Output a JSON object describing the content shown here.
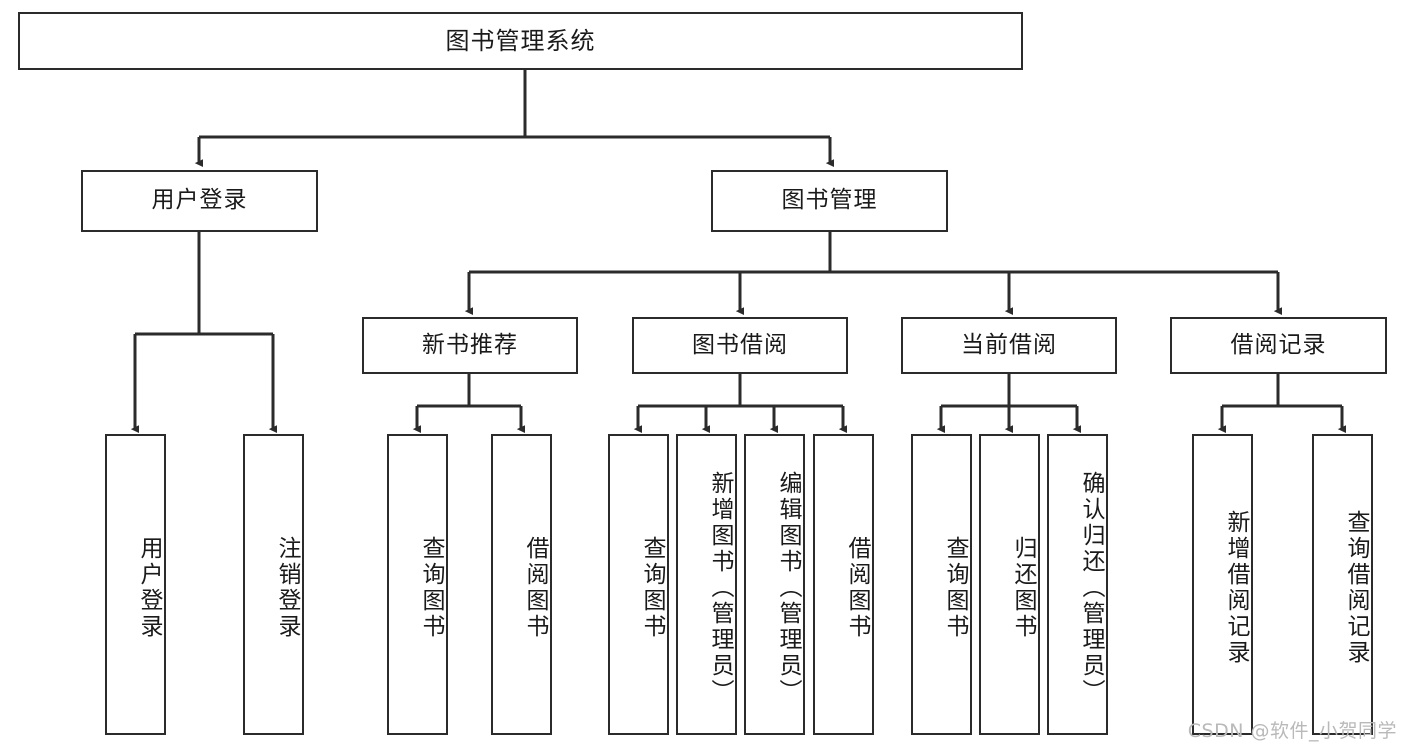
{
  "diagram": {
    "type": "tree",
    "title": "图书管理系统",
    "watermark": "CSDN @软件_小贺同学",
    "colors": {
      "stroke": "#2b2b2b",
      "fill": "#ffffff",
      "text": "#1a1a1a",
      "watermark": "#b9b9b9"
    },
    "levels": {
      "root": {
        "label": "图书管理系统"
      },
      "level2": [
        {
          "label": "用户登录"
        },
        {
          "label": "图书管理"
        }
      ],
      "level3": [
        {
          "label": "新书推荐"
        },
        {
          "label": "图书借阅"
        },
        {
          "label": "当前借阅"
        },
        {
          "label": "借阅记录"
        }
      ],
      "leaves": {
        "user_login": [
          {
            "label": "用户登录"
          },
          {
            "label": "注销登录"
          }
        ],
        "new_book": [
          {
            "label": "查询图书"
          },
          {
            "label": "借阅图书"
          }
        ],
        "book_borrow": [
          {
            "label": "查询图书"
          },
          {
            "label": "新增图书（管理员）"
          },
          {
            "label": "编辑图书（管理员）"
          },
          {
            "label": "借阅图书"
          }
        ],
        "current_borrow": [
          {
            "label": "查询图书"
          },
          {
            "label": "归还图书"
          },
          {
            "label": "确认归还（管理员）"
          }
        ],
        "borrow_record": [
          {
            "label": "新增借阅记录"
          },
          {
            "label": "查询借阅记录"
          }
        ]
      }
    }
  }
}
